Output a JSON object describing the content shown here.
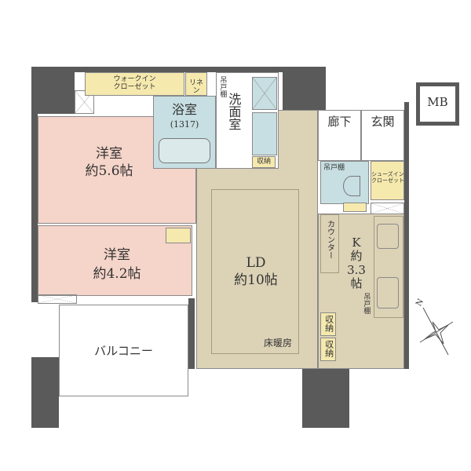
{
  "rooms": {
    "walk_in_closet": "ウォークイン\nクローゼット",
    "linen": "リネン",
    "bath": "浴室",
    "bath_size": "(1317)",
    "hanging_shelf_1": "吊戸棚",
    "washroom": "洗面室",
    "storage_wash": "収納",
    "bedroom1_name": "洋室",
    "bedroom1_size": "約5.6帖",
    "bedroom2_name": "洋室",
    "bedroom2_size": "約4.2帖",
    "hallway": "廊下",
    "entrance": "玄関",
    "hanging_shelf_toilet": "吊戸棚",
    "shoes_closet": "シューズイン\nクローゼット",
    "counter": "カウンター",
    "ld_name": "LD",
    "ld_size": "約10帖",
    "kitchen_name": "K",
    "kitchen_size1": "約",
    "kitchen_size2": "3.3",
    "kitchen_size3": "帖",
    "hanging_shelf_kitchen": "吊戸棚",
    "storage1": "収納",
    "storage2": "収納",
    "floor_heating": "床暖房",
    "balcony": "バルコニー",
    "mb": "MB"
  },
  "compass": {
    "label": "N"
  },
  "colors": {
    "wall": "#5a5a5a",
    "ld": "#dcd2b6",
    "bedroom": "#f5d4c9",
    "closet": "#f5e9ae",
    "wet": "#c7dfe2"
  }
}
